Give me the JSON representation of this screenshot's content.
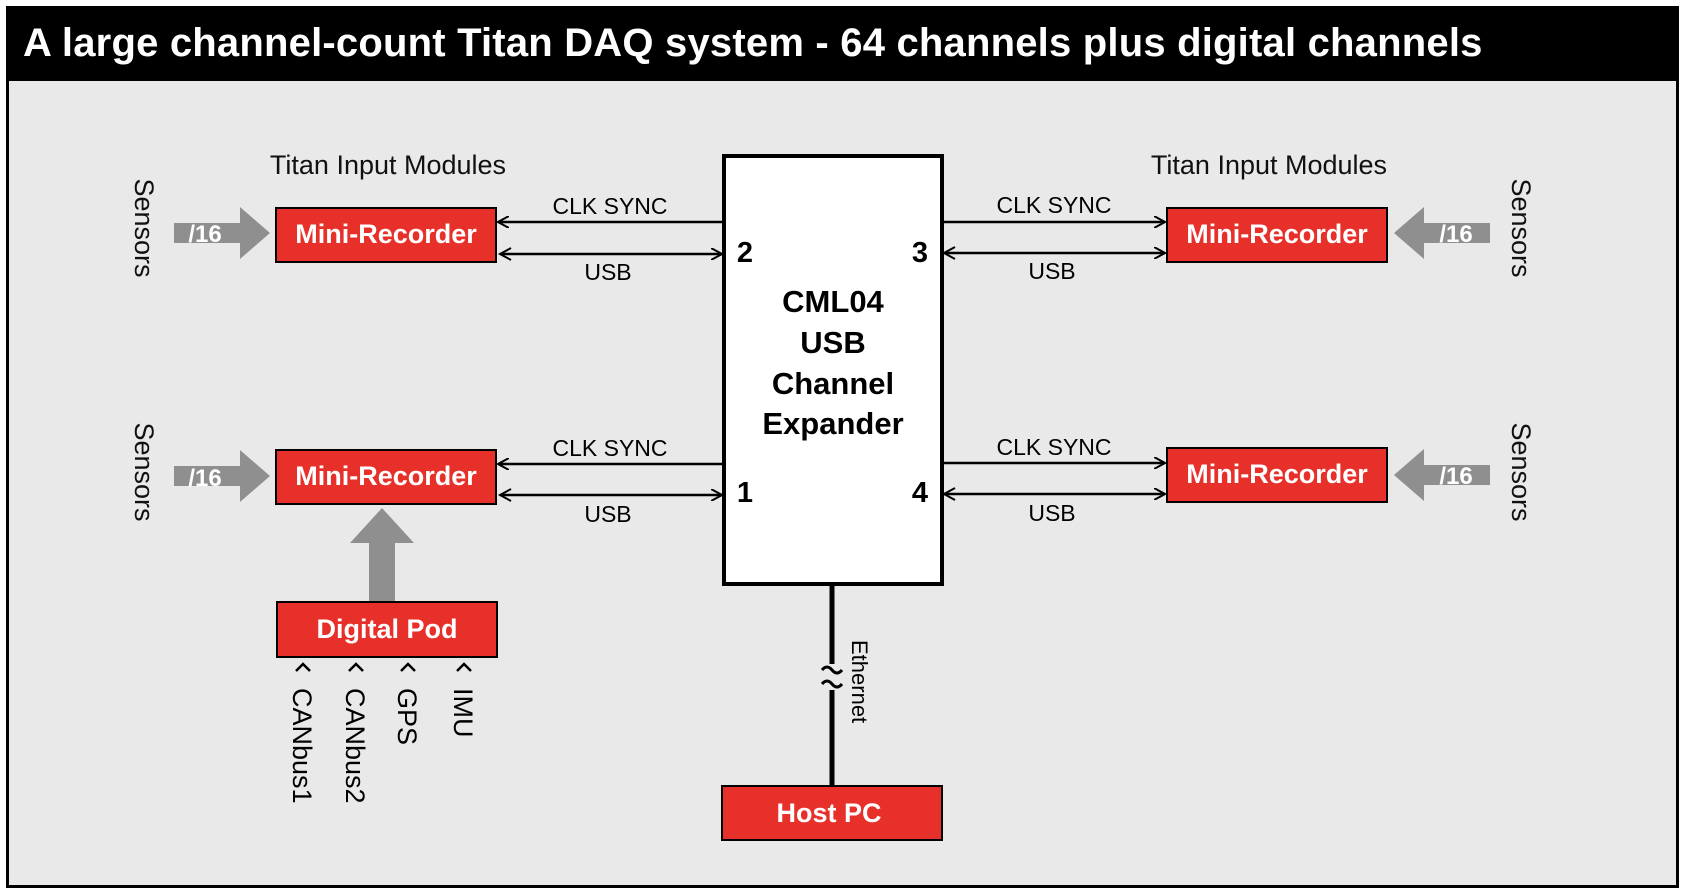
{
  "title": "A large channel-count Titan DAQ system - 64 channels plus digital channels",
  "colors": {
    "box_red": "#e8302a",
    "arrow_gray": "#8f8f8f",
    "background": "#e9e9e9",
    "title_bg": "#000000"
  },
  "diagram": {
    "group_label_left": "Titan Input Modules",
    "group_label_right": "Titan Input Modules",
    "sensors_label": "Sensors",
    "channel_count": "/16",
    "recorder_label": "Mini-Recorder",
    "clk_label": "CLK SYNC",
    "usb_label": "USB",
    "expander": {
      "line1": "CML04",
      "line2": "USB",
      "line3": "Channel",
      "line4": "Expander"
    },
    "ports": [
      "2",
      "3",
      "1",
      "4"
    ],
    "digital_pod": "Digital Pod",
    "pod_inputs": [
      "CANbus1",
      "CANbus2",
      "GPS",
      "IMU"
    ],
    "ethernet_label": "Ethernet",
    "host_pc": "Host PC"
  }
}
